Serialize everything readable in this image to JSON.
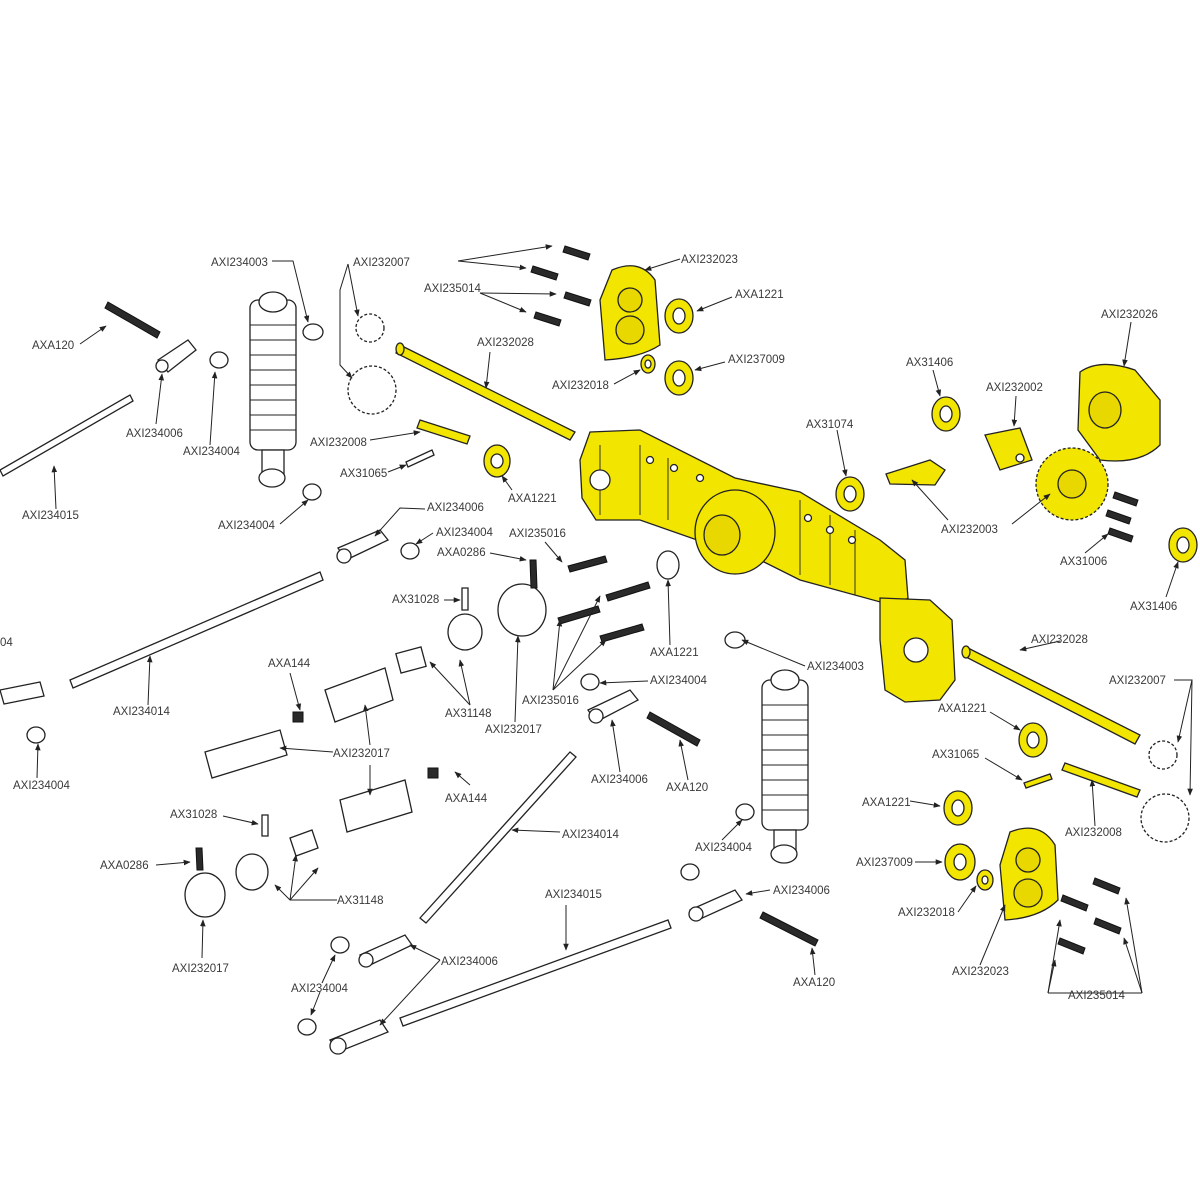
{
  "colors": {
    "highlight": "#f2e500",
    "line": "#222222",
    "label": "#3a3a3a",
    "background": "#ffffff"
  },
  "labels": {
    "axi234003_a": "AXI234003",
    "axi232007_a": "AXI232007",
    "axi235014_a": "AXI235014",
    "axi232023_a": "AXI232023",
    "axa1221_a": "AXA1221",
    "axi232026": "AXI232026",
    "axa120_a": "AXA120",
    "axi232028_a": "AXI232028",
    "axi237009_a": "AXI237009",
    "axi232018_a": "AXI232018",
    "ax31406_a": "AX31406",
    "axi232002": "AXI232002",
    "axi234006_a": "AXI234006",
    "axi234004_a": "AXI234004",
    "axi232008_a": "AXI232008",
    "ax31074": "AX31074",
    "ax31065_a": "AX31065",
    "axa1221_b": "AXA1221",
    "axi234015_a": "AXI234015",
    "axi232003": "AXI232003",
    "axi234004_b": "AXI234004",
    "axi234006_b": "AXI234006",
    "axi234004_c": "AXI234004",
    "ax31006": "AX31006",
    "axi235016_a": "AXI235016",
    "axa0286_a": "AXA0286",
    "ax31406_b": "AX31406",
    "ax31028_a": "AX31028",
    "axa1221_c": "AXA1221",
    "axi232028_b": "AXI232028",
    "left_edge_04": "04",
    "axi234003_b": "AXI234003",
    "axa144_a": "AXA144",
    "axi234004_d": "AXI234004",
    "axi232007_b": "AXI232007",
    "axi235016_b": "AXI235016",
    "axi234014_a": "AXI234014",
    "ax31148_a": "AX31148",
    "axa1221_d": "AXA1221",
    "axi232017_a": "AXI232017",
    "axi232017_b": "AXI232017",
    "axi234004_e": "AXI234004",
    "ax31065_b": "AX31065",
    "axi234006_c": "AXI234006",
    "axa120_b": "AXA120",
    "axa144_b": "AXA144",
    "axa1221_e": "AXA1221",
    "ax31028_b": "AX31028",
    "axi234014_b": "AXI234014",
    "axi232008_b": "AXI232008",
    "axi234004_f": "AXI234004",
    "axa0286_b": "AXA0286",
    "axi237009_b": "AXI237009",
    "axi234006_d": "AXI234006",
    "axi234015_b": "AXI234015",
    "ax31148_b": "AX31148",
    "axi232018_b": "AXI232018",
    "axi234006_e": "AXI234006",
    "axi232017_c": "AXI232017",
    "axi232023_b": "AXI232023",
    "axi234004_g": "AXI234004",
    "axa120_c": "AXA120",
    "axi235014_b": "AXI235014"
  }
}
